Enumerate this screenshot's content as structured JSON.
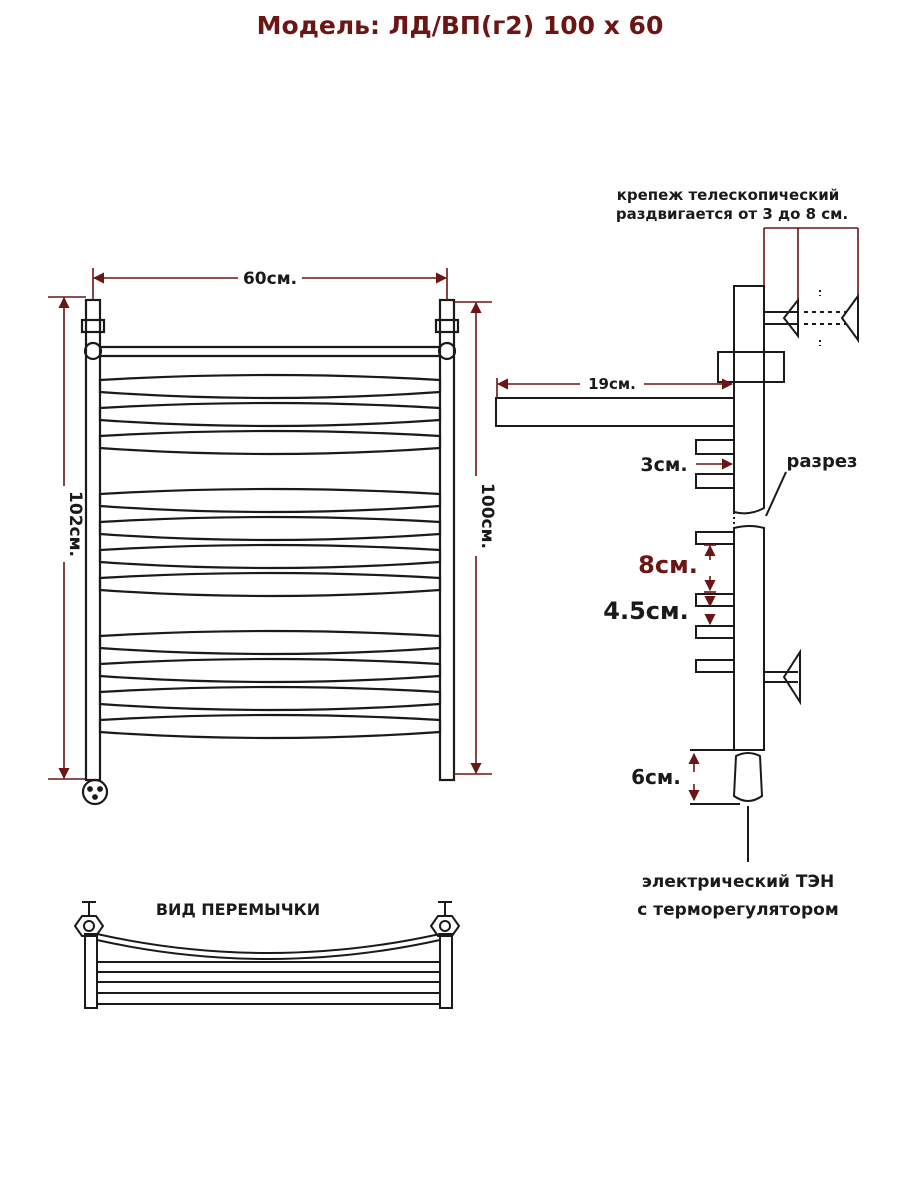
{
  "title": "Модель: ЛД/ВП(г2) 100 х 60",
  "colors": {
    "title": "#6b1515",
    "dimension": "#6b1515",
    "line": "#1a1a1a",
    "text": "#1a1a1a"
  },
  "front_view": {
    "width_label": "60см.",
    "height_total_label": "102см.",
    "height_label": "100см.",
    "rung_count": 12
  },
  "side_view": {
    "mount_label_line1": "крепеж телескопический",
    "mount_label_line2": "раздвигается от 3 до 8 см.",
    "depth_label": "19см.",
    "gap_label": "3см.",
    "section_label": "разрез",
    "spacing_label": "8см.",
    "spacing2_label": "4.5см.",
    "heater_len_label": "6см.",
    "heater_label_line1": "электрический  ТЭН",
    "heater_label_line2": "с терморегулятором"
  },
  "jumper_view": {
    "label": "ВИД ПЕРЕМЫЧКИ"
  }
}
